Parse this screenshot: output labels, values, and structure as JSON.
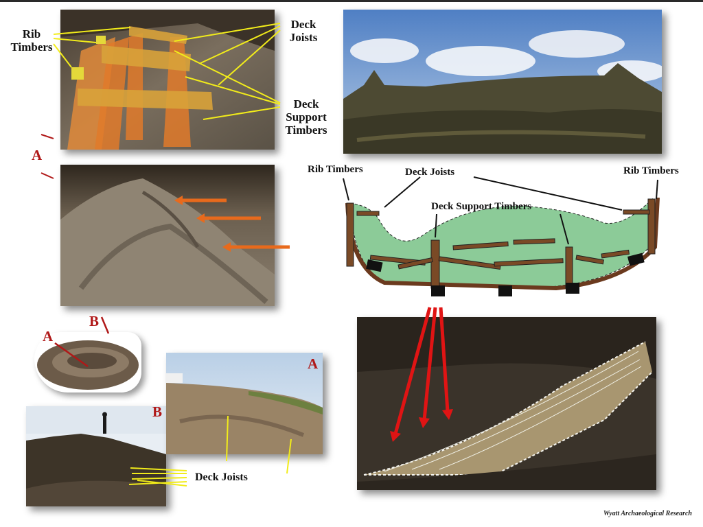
{
  "labels": {
    "rib_timbers": "Rib\nTimbers",
    "deck_joists_top": "Deck\nJoists",
    "deck_support_timbers": "Deck\nSupport\nTimbers",
    "letter_a": "A",
    "letter_b": "B",
    "diagram_rib_timbers": "Rib Timbers",
    "diagram_deck_joists": "Deck Joists",
    "diagram_deck_support_timbers": "Deck Support Timbers",
    "bottom_deck_joists": "Deck Joists"
  },
  "credit": "Wyatt Archaeological Research",
  "colors": {
    "red_letter": "#b01818",
    "yellow_arrow": "#f2ec1a",
    "orange_arrow": "#e86a1c",
    "red_arrow": "#e01414",
    "hull_fill": "#8ccb98",
    "timber_brown": "#6b3a1e",
    "overlay_orange": "#e07a2a",
    "overlay_tan": "#d8a23a"
  }
}
